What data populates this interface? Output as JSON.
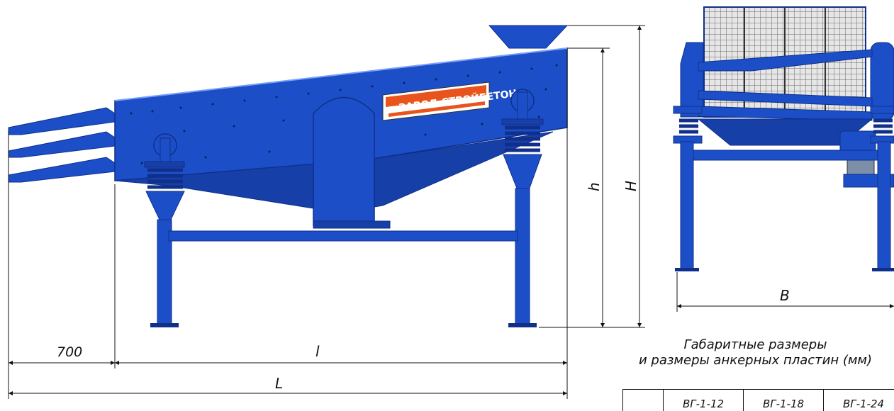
{
  "colors": {
    "machine_blue": "#1c4fc7",
    "machine_dark": "#0f2f8a",
    "line": "#111111",
    "logo_orange": "#e8541c"
  },
  "logo": {
    "text": "ЗАВОД СТРОЙБЕТОН"
  },
  "dimensions": {
    "offset_label": "700",
    "l_label": "l",
    "L_label": "L",
    "h_label": "h",
    "H_label": "H",
    "B_label": "B"
  },
  "caption": {
    "line1": "Габаритные размеры",
    "line2": "и размеры анкерных пластин (мм)"
  },
  "table": {
    "headers": [
      "",
      "ВГ-1-12",
      "ВГ-1-18",
      "ВГ-1-24"
    ]
  }
}
